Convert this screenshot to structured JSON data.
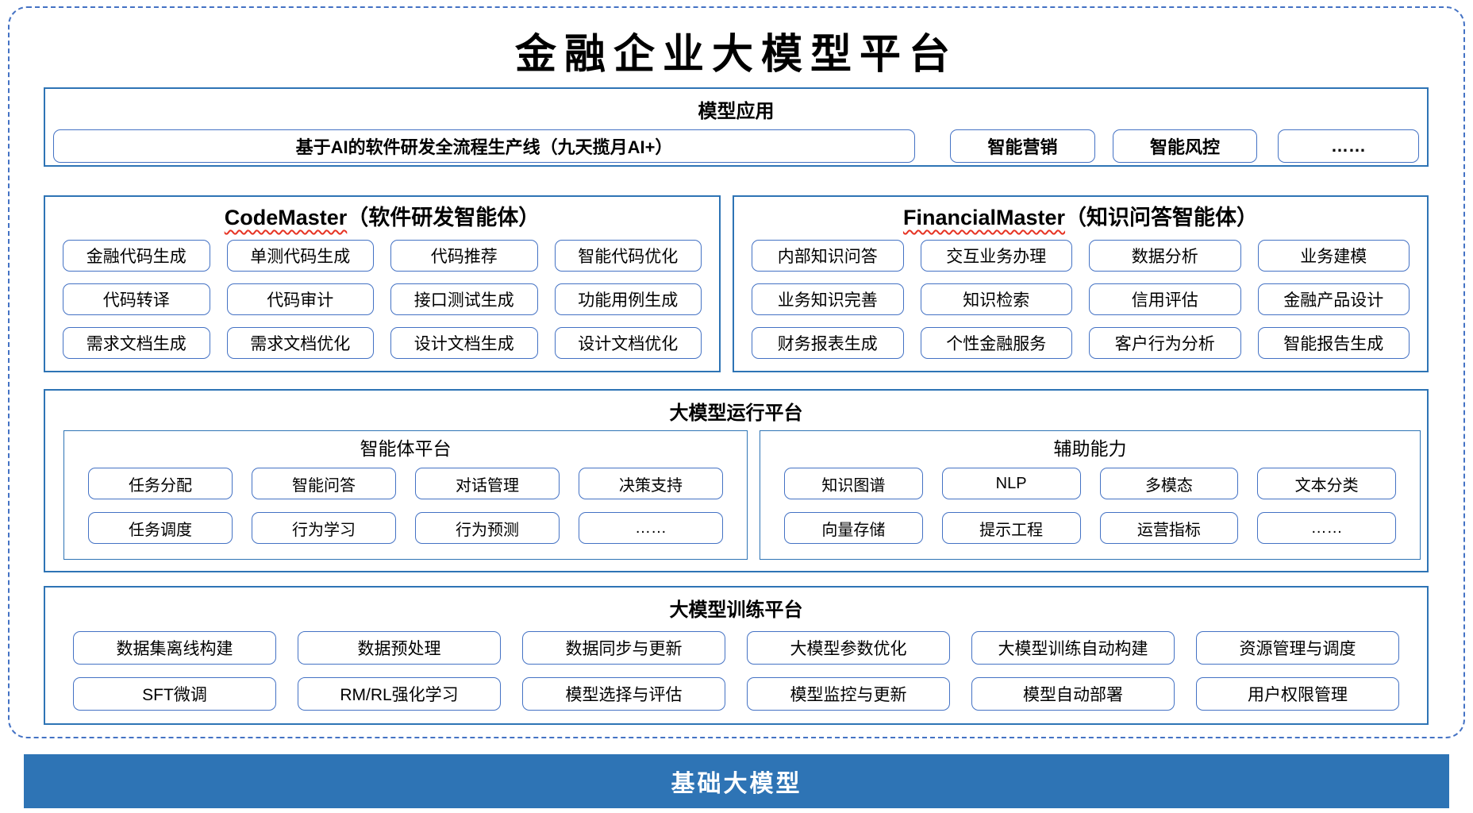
{
  "title": "金融企业大模型平台",
  "colors": {
    "section_border": "#2E74B5",
    "item_border": "#4472C4",
    "outer_dashed_border": "#4472C4",
    "foundation_bar_bg": "#2E74B5",
    "foundation_bar_text": "#FFFFFF",
    "squiggle_red": "#E63323",
    "text": "#000000"
  },
  "model_app": {
    "title": "模型应用",
    "wide_item": "基于AI的软件研发全流程生产线（九天揽月AI+）",
    "items": [
      "智能营销",
      "智能风控",
      "……"
    ]
  },
  "code_master": {
    "title_en": "CodeMaster",
    "title_zh": "（软件研发智能体）",
    "items": [
      "金融代码生成",
      "单测代码生成",
      "代码推荐",
      "智能代码优化",
      "代码转译",
      "代码审计",
      "接口测试生成",
      "功能用例生成",
      "需求文档生成",
      "需求文档优化",
      "设计文档生成",
      "设计文档优化"
    ]
  },
  "financial_master": {
    "title_en": "FinancialMaster",
    "title_zh": "（知识问答智能体）",
    "items": [
      "内部知识问答",
      "交互业务办理",
      "数据分析",
      "业务建模",
      "业务知识完善",
      "知识检索",
      "信用评估",
      "金融产品设计",
      "财务报表生成",
      "个性金融服务",
      "客户行为分析",
      "智能报告生成"
    ]
  },
  "runtime_platform": {
    "title": "大模型运行平台",
    "agent_platform": {
      "title": "智能体平台",
      "items": [
        "任务分配",
        "智能问答",
        "对话管理",
        "决策支持",
        "任务调度",
        "行为学习",
        "行为预测",
        "……"
      ]
    },
    "aux_capabilities": {
      "title": "辅助能力",
      "items": [
        "知识图谱",
        "NLP",
        "多模态",
        "文本分类",
        "向量存储",
        "提示工程",
        "运营指标",
        "……"
      ]
    }
  },
  "training_platform": {
    "title": "大模型训练平台",
    "items": [
      "数据集离线构建",
      "数据预处理",
      "数据同步与更新",
      "大模型参数优化",
      "大模型训练自动构建",
      "资源管理与调度",
      "SFT微调",
      "RM/RL强化学习",
      "模型选择与评估",
      "模型监控与更新",
      "模型自动部署",
      "用户权限管理"
    ]
  },
  "foundation": {
    "title": "基础大模型"
  }
}
